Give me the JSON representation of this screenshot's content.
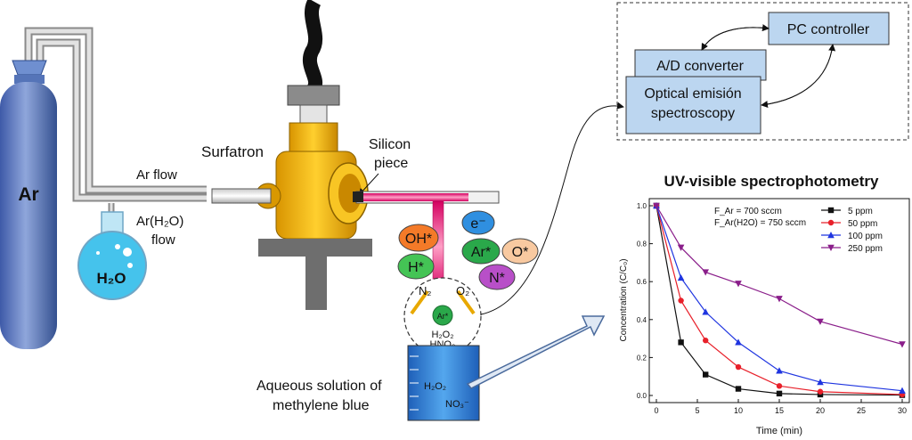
{
  "labels": {
    "ar_cylinder": "Ar",
    "flask": "H₂O",
    "ar_flow": "Ar flow",
    "ar_h2o_flow_line1": "Ar(H₂O)",
    "ar_h2o_flow_line2": "flow",
    "surfatron": "Surfatron",
    "silicon_piece_line1": "Silicon",
    "silicon_piece_line2": "piece",
    "aqueous_line1": "Aqueous solution of",
    "aqueous_line2": "methylene blue",
    "beaker_h2o2": "H₂O₂",
    "beaker_no3": "NO₃⁻",
    "n2": "N₂",
    "o2": "O₂",
    "zoom_ar": "Ar*",
    "zoom_h2o2": "H₂O₂",
    "zoom_hno3": "HNO₃"
  },
  "species": [
    {
      "label": "OH*",
      "color": "#f47a28"
    },
    {
      "label": "e⁻",
      "color": "#2f8fe0"
    },
    {
      "label": "Ar*",
      "color": "#2aa84a"
    },
    {
      "label": "O*",
      "color": "#f8c9a0"
    },
    {
      "label": "H*",
      "color": "#44c455"
    },
    {
      "label": "N*",
      "color": "#b84fc8"
    }
  ],
  "instrument": {
    "pc_controller": "PC controller",
    "ad_converter": "A/D converter",
    "oes_line1": "Optical emisión",
    "oes_line2": "spectroscopy"
  },
  "chart_data": {
    "type": "line",
    "title": "UV-visible spectrophotometry",
    "xlabel": "Time (min)",
    "ylabel": "Concentration (C/C₀)",
    "xlim": [
      0,
      30
    ],
    "ylim": [
      0,
      1.0
    ],
    "xticks": [
      0,
      5,
      10,
      15,
      20,
      25,
      30
    ],
    "yticks": [
      0.0,
      0.2,
      0.4,
      0.6,
      0.8,
      1.0
    ],
    "x": [
      0,
      3,
      6,
      10,
      15,
      20,
      30
    ],
    "annotations": [
      "F_Ar = 700 sccm",
      "F_Ar(H2O) = 750 sccm"
    ],
    "series": [
      {
        "name": "5 ppm",
        "color": "#111111",
        "marker": "square",
        "values": [
          1.0,
          0.28,
          0.11,
          0.035,
          0.01,
          0.005,
          0.002
        ]
      },
      {
        "name": "50 ppm",
        "color": "#e8202a",
        "marker": "circle",
        "values": [
          1.0,
          0.5,
          0.29,
          0.15,
          0.05,
          0.02,
          0.005
        ]
      },
      {
        "name": "100 ppm",
        "color": "#1f35e0",
        "marker": "triangle-up",
        "values": [
          1.0,
          0.62,
          0.44,
          0.28,
          0.13,
          0.07,
          0.025
        ]
      },
      {
        "name": "250 ppm",
        "color": "#8a1e8a",
        "marker": "triangle-down",
        "values": [
          1.0,
          0.78,
          0.65,
          0.59,
          0.51,
          0.39,
          0.27
        ]
      }
    ]
  }
}
